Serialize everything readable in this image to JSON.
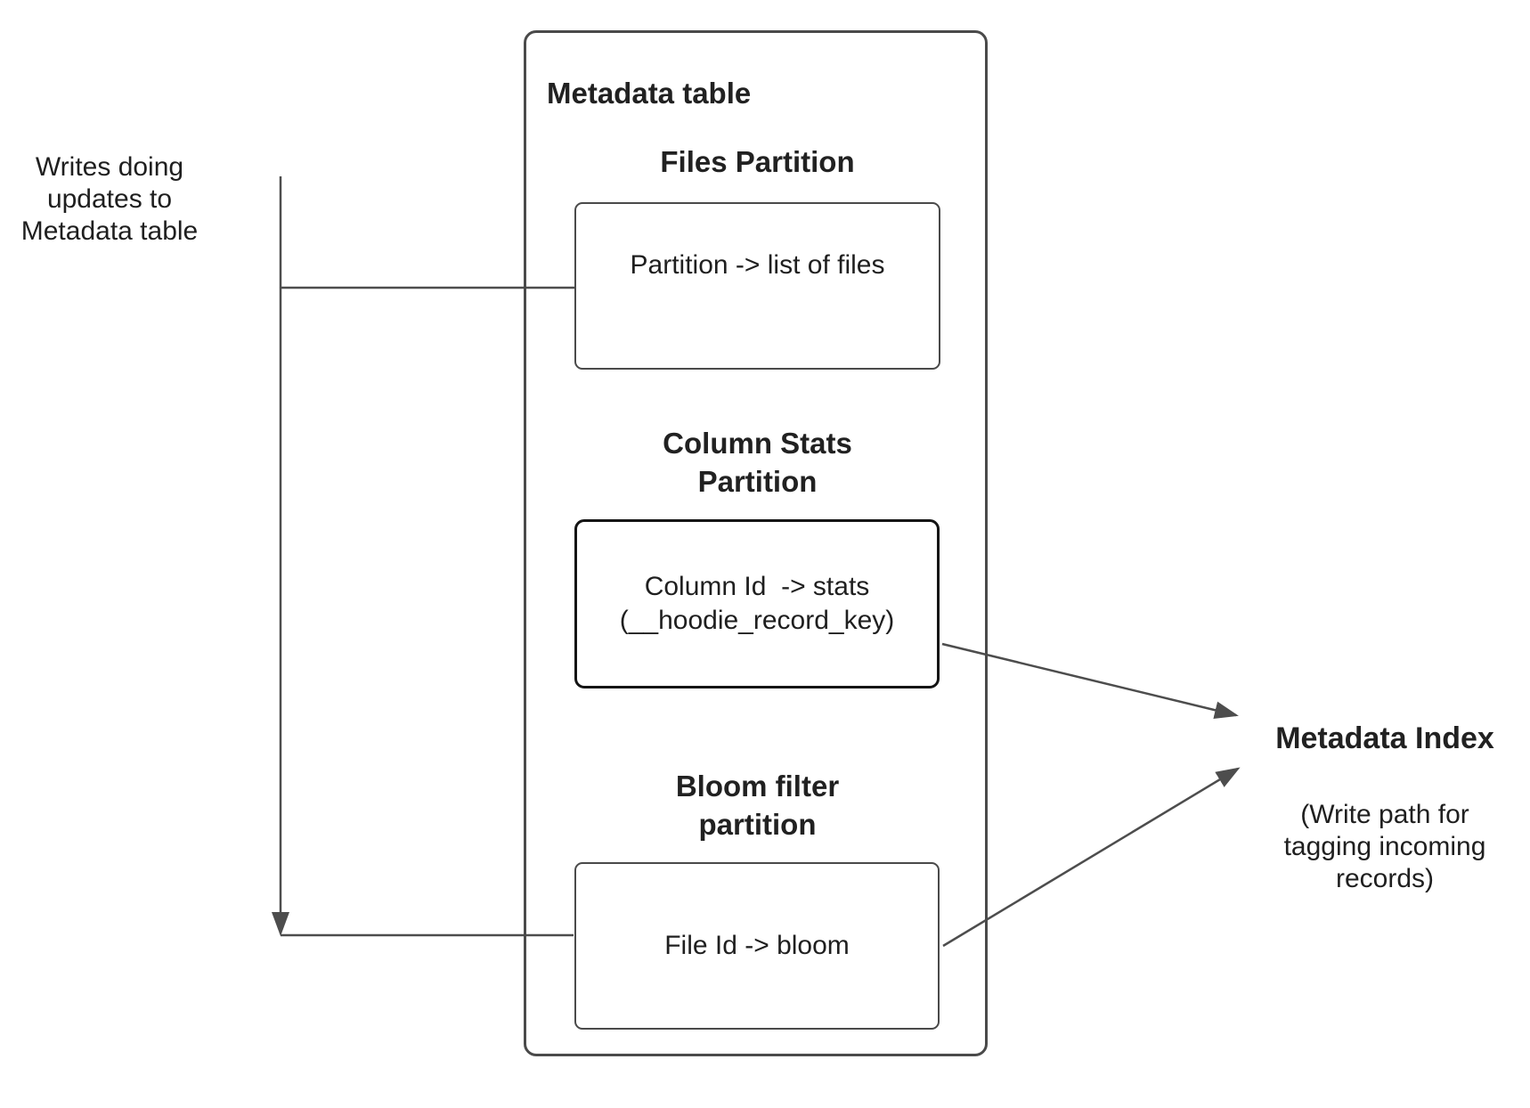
{
  "colors": {
    "background": "#ffffff",
    "text": "#212121",
    "box_border": "#4a4a4a",
    "emphasis_box_border": "#151515",
    "connector_line": "#4d4d4d"
  },
  "annotations": {
    "writes_note": "Writes doing\nupdates to\nMetadata table",
    "metadata_index": {
      "title": "Metadata Index",
      "subtitle": "(Write path for\ntagging incoming\nrecords)"
    }
  },
  "metadata_table": {
    "title": "Metadata table",
    "partitions": [
      {
        "heading": "Files Partition",
        "body": "Partition -> list of files"
      },
      {
        "heading": "Column Stats\nPartition",
        "body": "Column Id  -> stats\n(__hoodie_record_key)"
      },
      {
        "heading": "Bloom filter\npartition",
        "body": "File Id -> bloom"
      }
    ]
  }
}
